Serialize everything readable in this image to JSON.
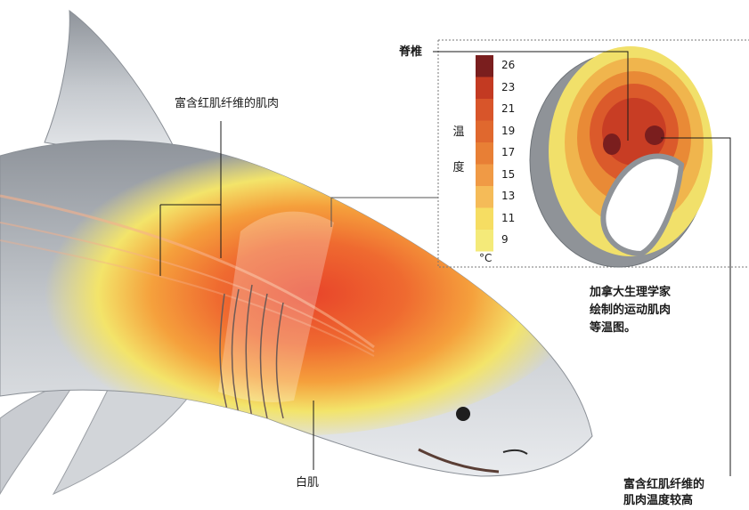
{
  "labels": {
    "red_muscle": "富含红肌纤维的肌肉",
    "white_muscle": "白肌",
    "spine": "脊椎",
    "temp_title": [
      "温",
      "度"
    ],
    "unit": "°C",
    "note": [
      "加拿大生理学家",
      "绘制的运动肌肉",
      "等温图。"
    ],
    "warm_note": [
      "富含红肌纤维的",
      "肌肉温度较高"
    ]
  },
  "legend": {
    "ticks": [
      "26",
      "23",
      "21",
      "19",
      "17",
      "15",
      "13",
      "11",
      "9"
    ],
    "colors": [
      "#7a1e1e",
      "#c33a22",
      "#d8552a",
      "#e0682e",
      "#e87f35",
      "#f09a45",
      "#f5bb58",
      "#f6dd62",
      "#f4ea79"
    ]
  },
  "colors": {
    "shark_grey": "#b8bcc2",
    "hot_red": "#e8452a",
    "warm_orange": "#f5a03c",
    "cool_yellow": "#f3e46a"
  }
}
